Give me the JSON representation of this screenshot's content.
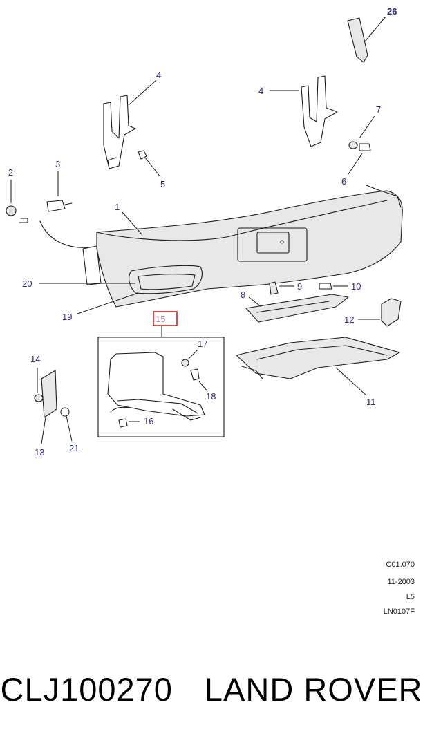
{
  "callouts": {
    "c1": "1",
    "c2": "2",
    "c3": "3",
    "c4a": "4",
    "c4b": "4",
    "c5": "5",
    "c6": "6",
    "c7": "7",
    "c8": "8",
    "c9": "9",
    "c10": "10",
    "c11": "11",
    "c12": "12",
    "c13": "13",
    "c14": "14",
    "c15": "15",
    "c16": "16",
    "c17": "17",
    "c18": "18",
    "c19": "19",
    "c20": "20",
    "c21": "21",
    "c26": "26"
  },
  "reference": {
    "code": "C01.070",
    "date": "11-2003",
    "level": "L5",
    "drawing": "LN0107F"
  },
  "caption": {
    "part_number": "CLJ100270",
    "brand": "LAND ROVER"
  },
  "colors": {
    "callout": "#2a2a8a",
    "highlight_box": "#cc0000",
    "line": "#1a1a1a"
  }
}
